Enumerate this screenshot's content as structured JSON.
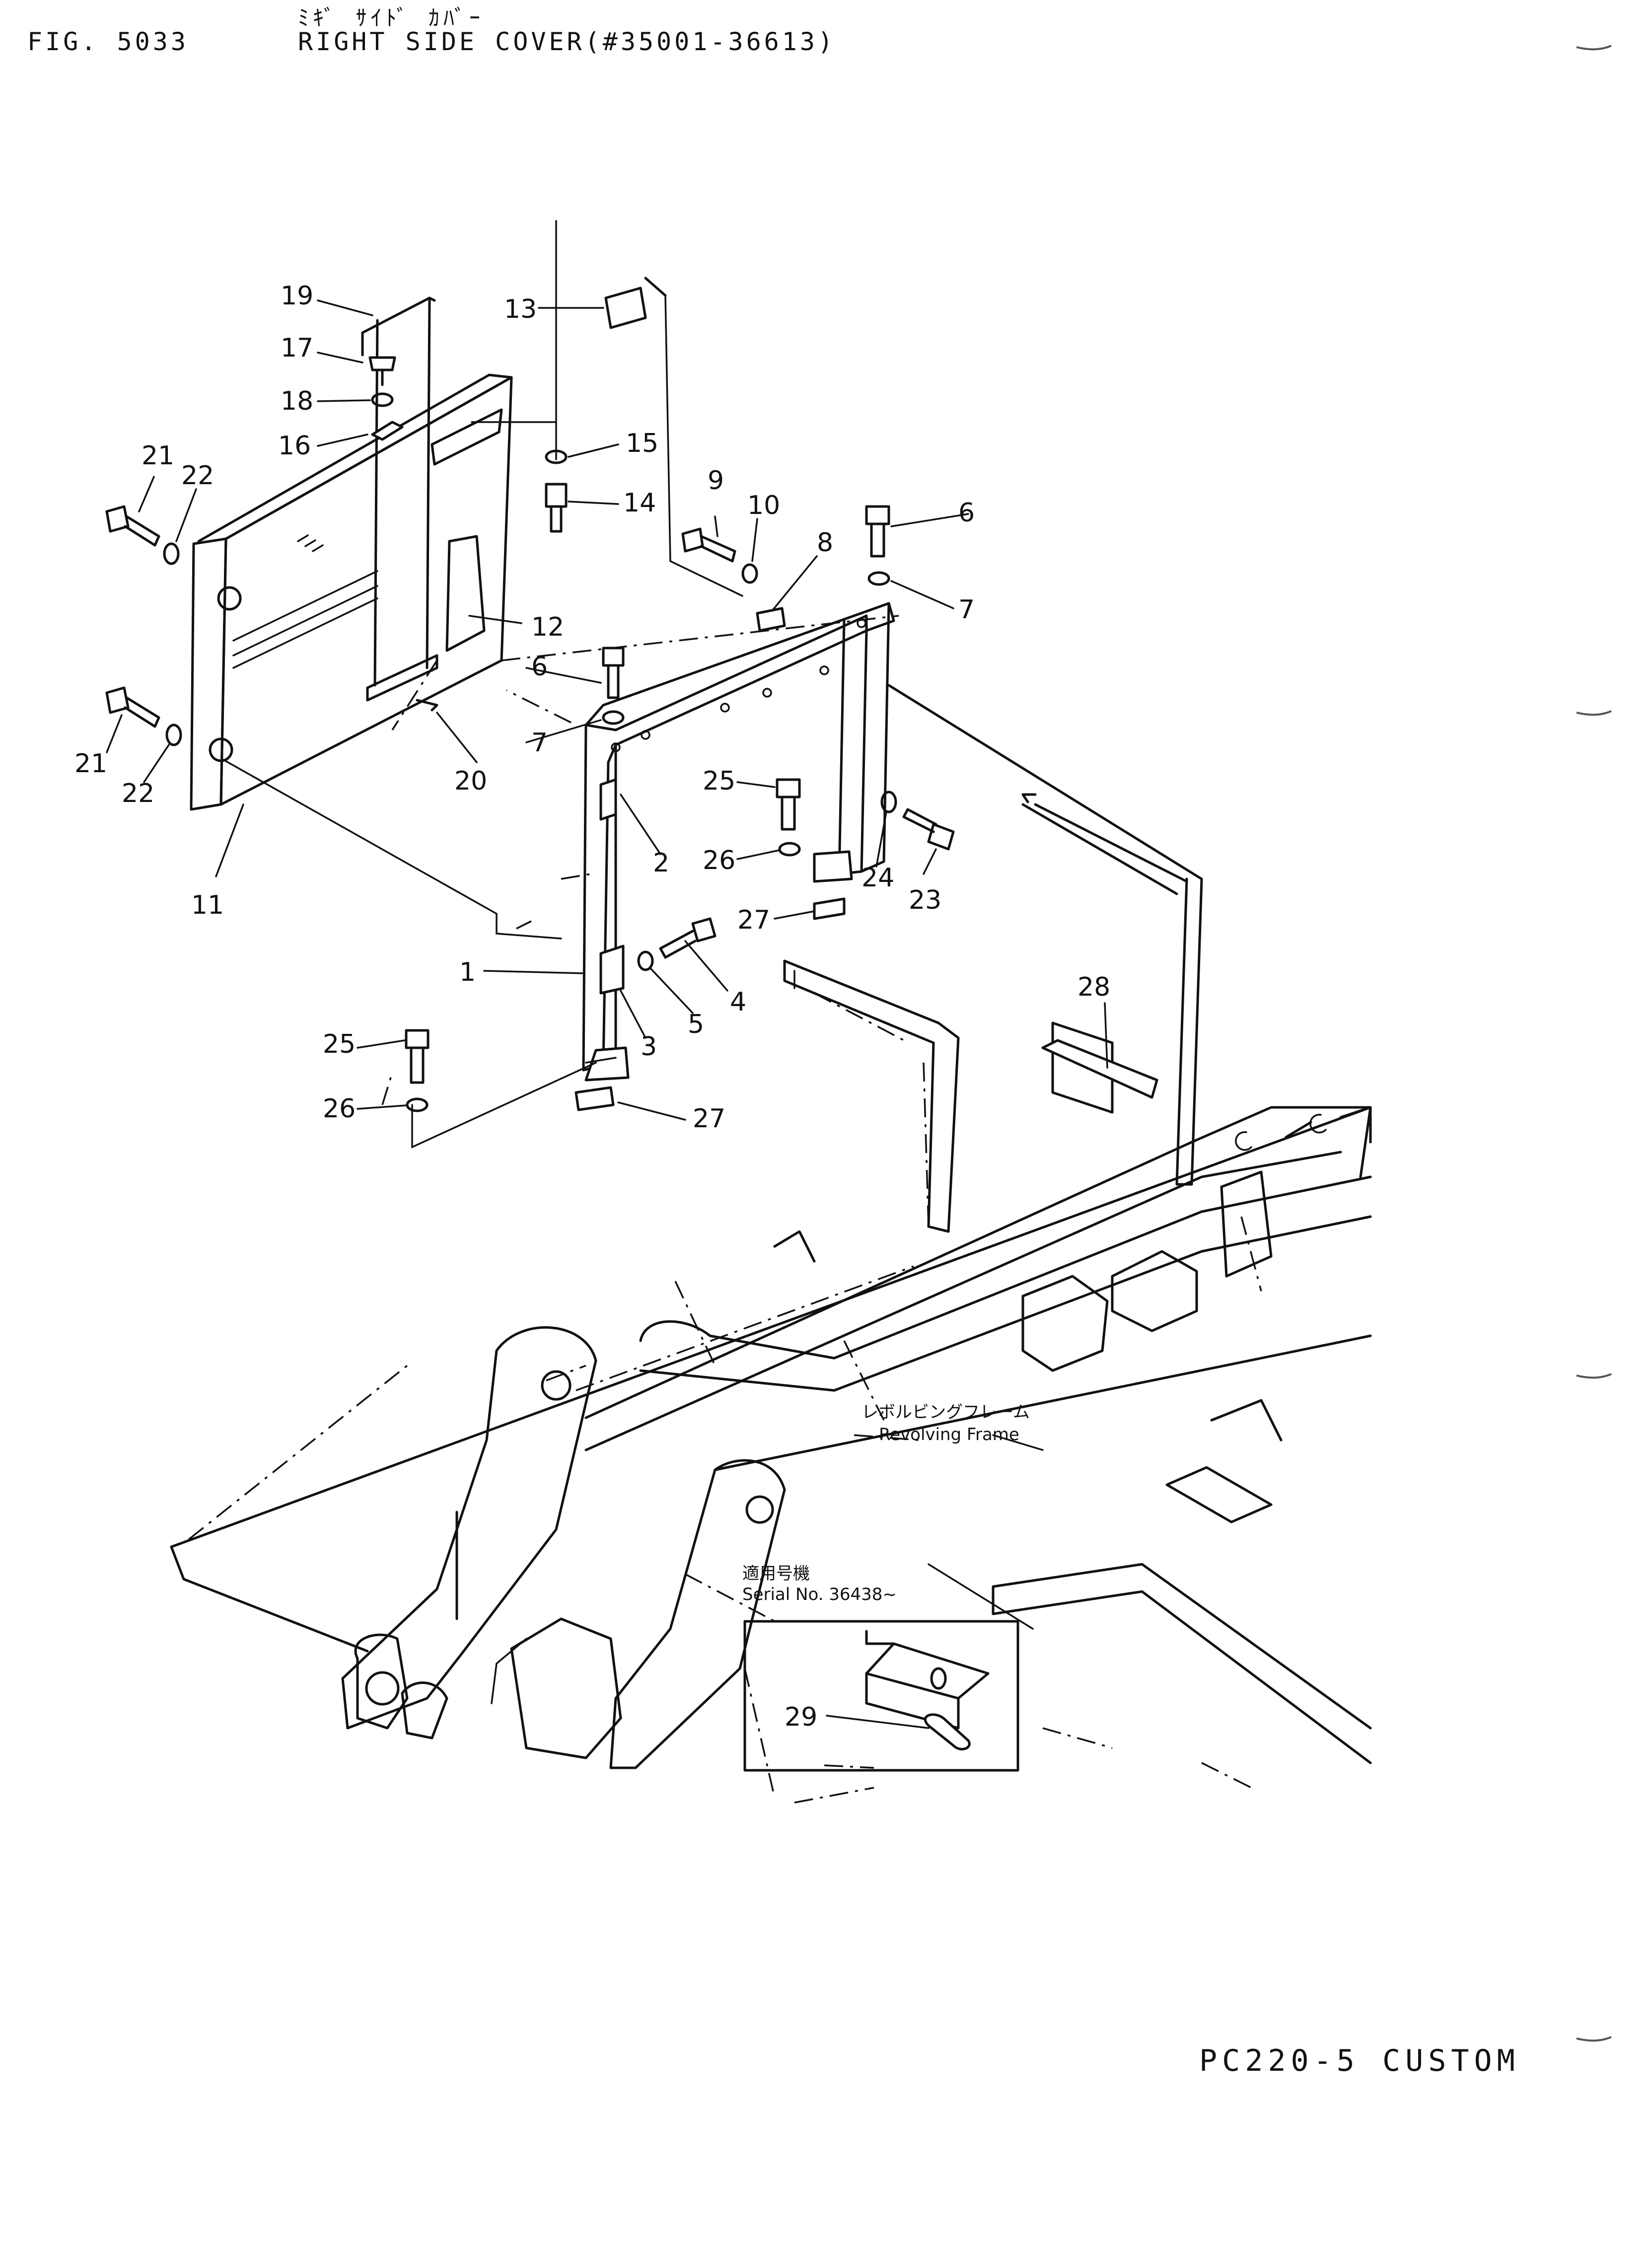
{
  "header": {
    "figure_number": "FIG. 5033",
    "title_japanese": "ﾐｷﾞ ｻｲﾄﾞ ｶﾊﾞｰ",
    "title": "RIGHT SIDE COVER(#35001-36613)"
  },
  "footer": {
    "model": "PC220-5 CUSTOM"
  },
  "annotations": {
    "revolving_frame_jp": "レボルビングフレーム",
    "revolving_frame": "Revolving Frame",
    "serial_jp": "適用号機",
    "serial": "Serial No. 36438~"
  },
  "callouts": {
    "c1": "1",
    "c2": "2",
    "c3": "3",
    "c4": "4",
    "c5": "5",
    "c6a": "6",
    "c6b": "6",
    "c7a": "7",
    "c7b": "7",
    "c8": "8",
    "c9": "9",
    "c10": "10",
    "c11": "11",
    "c12": "12",
    "c13": "13",
    "c14": "14",
    "c15": "15",
    "c16": "16",
    "c17": "17",
    "c18": "18",
    "c19": "19",
    "c20": "20",
    "c21a": "21",
    "c21b": "21",
    "c22a": "22",
    "c22b": "22",
    "c23": "23",
    "c24": "24",
    "c25a": "25",
    "c25b": "25",
    "c26a": "26",
    "c26b": "26",
    "c27a": "27",
    "c27b": "27",
    "c28": "28",
    "c29": "29"
  }
}
